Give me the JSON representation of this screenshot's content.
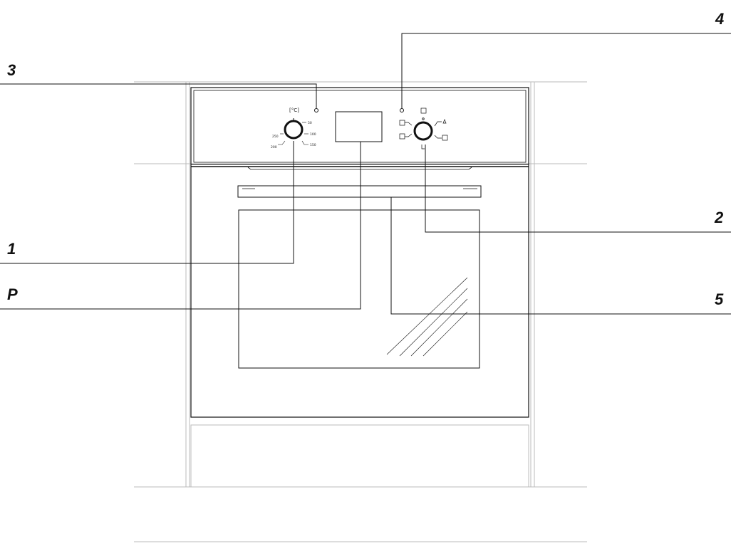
{
  "callouts": {
    "c1": "1",
    "c2": "2",
    "c3": "3",
    "c4": "4",
    "c5": "5",
    "cP": "P"
  },
  "temperature_dial": {
    "unit": "[°C]",
    "marks": [
      "50",
      "100",
      "150",
      "200",
      "250"
    ]
  },
  "icons": {
    "function_dial": [
      "oven-top-element-icon",
      "fan-icon",
      "bottom-element-icon",
      "grill-icon",
      "light-icon",
      "off-icon"
    ],
    "indicator": "power-indicator-icon",
    "heater_light": "heater-indicator-icon"
  },
  "colors": {
    "line": "#111111",
    "cabinet": "#bbbbbb",
    "background": "#ffffff"
  }
}
